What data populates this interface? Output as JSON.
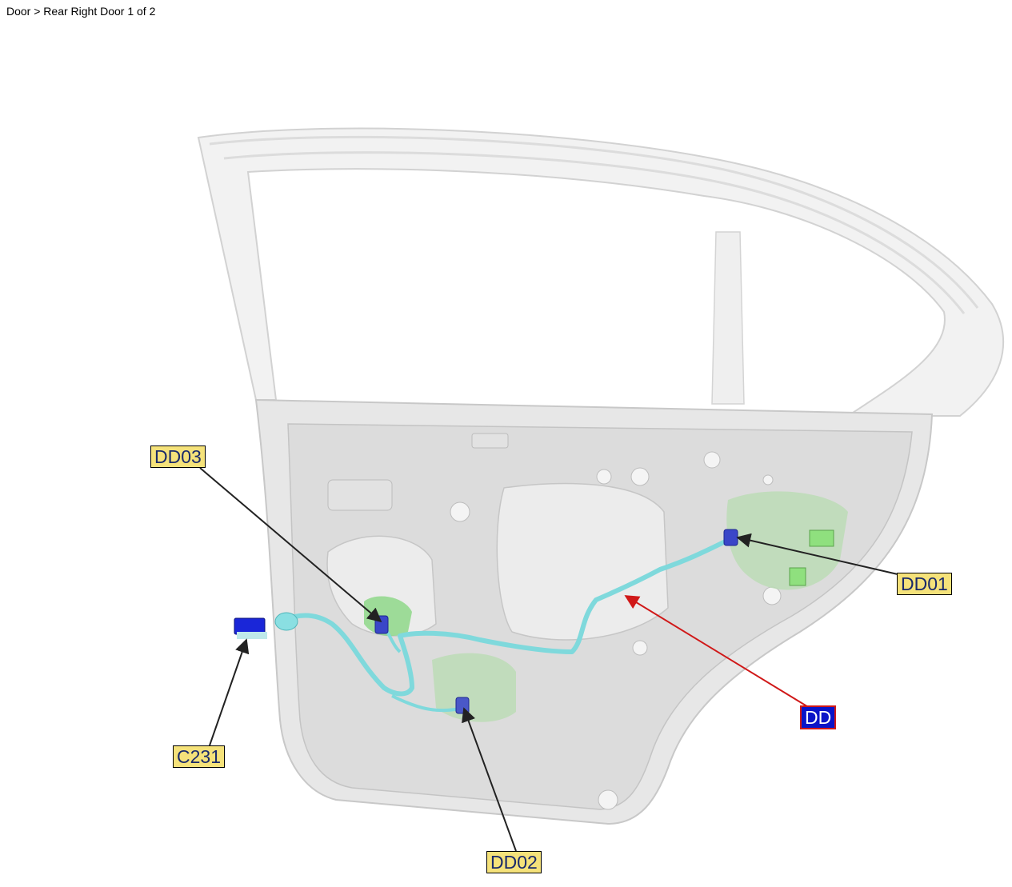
{
  "header": {
    "breadcrumb": "Door > Rear Right Door 1 of 2"
  },
  "colors": {
    "harness": "#7fd9dc",
    "harness_callout_fill": "#0a14c8",
    "harness_callout_border": "#d01818",
    "connector_callout_fill": "#f5e27a",
    "leader_connector": "#222222",
    "leader_harness": "#d01818"
  },
  "callouts": [
    {
      "id": "DD03",
      "label": "DD03"
    },
    {
      "id": "DD01",
      "label": "DD01"
    },
    {
      "id": "DD",
      "label": "DD"
    },
    {
      "id": "C231",
      "label": "C231"
    },
    {
      "id": "DD02",
      "label": "DD02"
    }
  ]
}
